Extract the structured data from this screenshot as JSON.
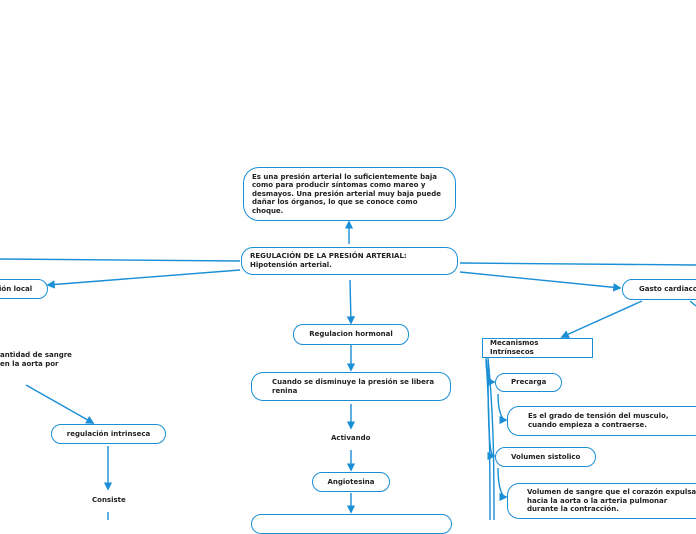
{
  "diagram": {
    "nodes": {
      "definicion": "Es una presión arterial lo suficientemente baja como para producir síntomas como mareo y desmayos. Una presión arterial muy baja puede dañar los órganos, lo que se conoce como choque.",
      "central": "REGULACIÓN DE LA PRESIÓN ARTERIAL: Hipotensión arterial.",
      "regulacion_local": "ión local",
      "gasto_cardiaco": "Gasto cardiaco",
      "regulacion_hormonal": "Regulacion hormonal",
      "disminuye": "Cuando se disminuye la presión se libera renina",
      "activando": "Activando",
      "angiotesina": "Angiotesina",
      "cantidad_sangre": "antidad de sangre en la aorta por",
      "regulacion_intrinseca": "regulación intrinseca",
      "consiste": "Consiste",
      "mecanismos": "Mecanismos Intrínsecos",
      "precarga": "Precarga",
      "precarga_desc": "Es el grado de tensión del musculo, cuando empieza a contraerse.",
      "volumen_sistolico": "Volumen sistolico",
      "volumen_desc": "Volumen de sangre que el corazón expulsa hacia la aorta o la arteria pulmonar durante la contracción."
    }
  }
}
